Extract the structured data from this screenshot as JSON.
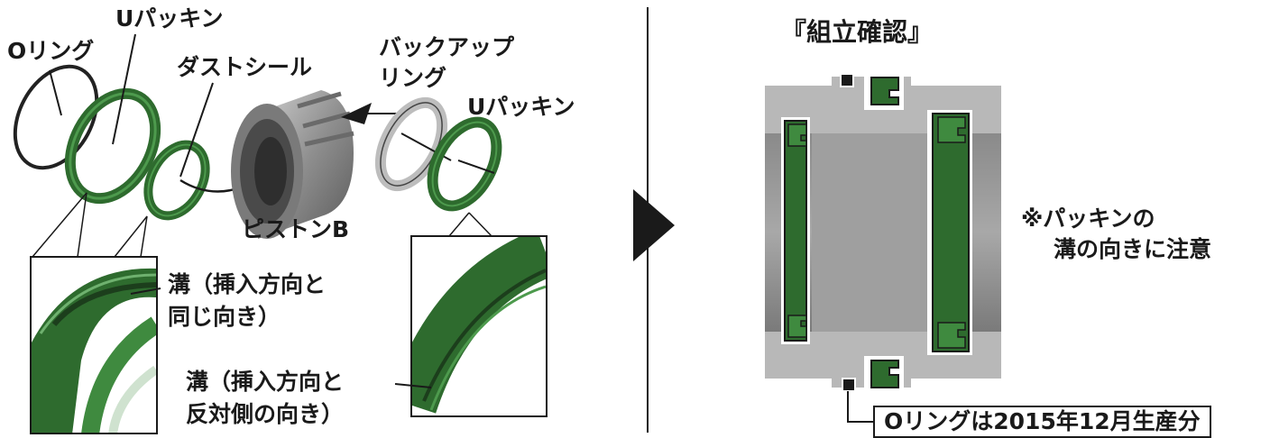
{
  "labels": {
    "o_ring": "Oリング",
    "u_packing_left": "Uパッキン",
    "dust_seal": "ダストシール",
    "backup_ring_line1": "バックアップ",
    "backup_ring_line2": "リング",
    "u_packing_right": "Uパッキン",
    "piston": "ピストンB",
    "groove_same_line1": "溝（挿入方向と",
    "groove_same_line2": "同じ向き）",
    "groove_opposite_line1": "溝（挿入方向と",
    "groove_opposite_line2": "反対側の向き）"
  },
  "assembly": {
    "title": "『組立確認』",
    "note_line1": "※パッキンの",
    "note_line2": "溝の向きに注意",
    "o_ring_note": "Oリングは2015年12月生産分"
  },
  "colors": {
    "seal_green": "#2e6b2e",
    "seal_green_light": "#3f8a3f",
    "metal_gray": "#9a9a9a",
    "line_black": "#1a1a1a"
  }
}
